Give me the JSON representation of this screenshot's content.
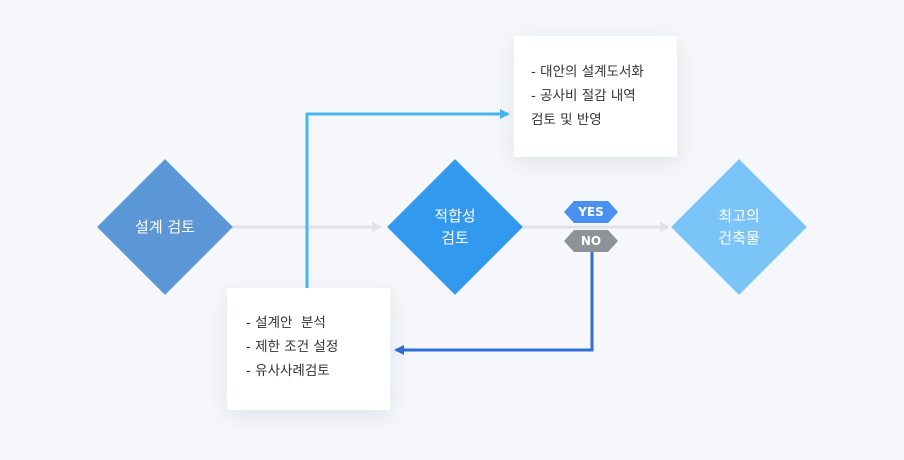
{
  "nodes": {
    "design_review": {
      "label": "설계 검토",
      "color": "#5b96d6"
    },
    "suitability_review": {
      "label": "적합성\n검토",
      "color": "#3399ee"
    },
    "best_building": {
      "label": "최고의\n건축물",
      "color": "#7ac4f8"
    }
  },
  "cards": {
    "alternatives": {
      "items": [
        "- 대안의 설계도서화",
        "- 공사비 절감 내역",
        "검토 및 반영"
      ]
    },
    "analysis": {
      "items": [
        "- 설계안  분석",
        "- 제한 조건 설정",
        "- 유사사례검토"
      ]
    }
  },
  "badges": {
    "yes": {
      "label": "YES",
      "color": "#4a90f0"
    },
    "no": {
      "label": "NO",
      "color": "#8e9398"
    }
  },
  "colors": {
    "connector_gray": "#e0e2e5",
    "connector_light_blue": "#47b8ee",
    "connector_blue": "#2f6fd6"
  }
}
